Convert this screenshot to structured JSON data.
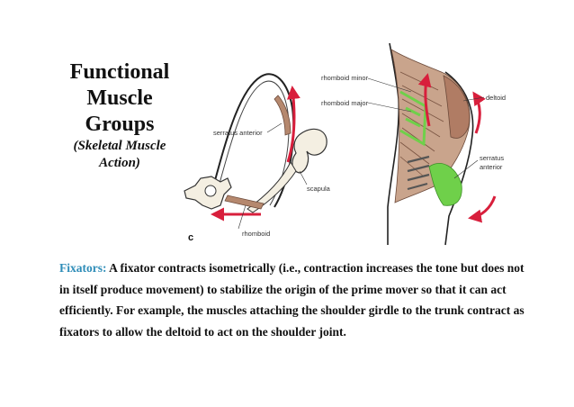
{
  "slide": {
    "title_lines": [
      "Functional",
      "Muscle",
      "Groups"
    ],
    "subtitle_lines": [
      "(Skeletal Muscle",
      "Action)"
    ]
  },
  "figure": {
    "panel_letter": "c",
    "labels": {
      "serratus_anterior_left": "serratus anterior",
      "scapula": "scapula",
      "rhomboid": "rhomboid",
      "rhomboid_minor": "rhomboid minor",
      "rhomboid_major": "rhomboid major",
      "deltoid": "deltoid",
      "serratus_right_line1": "serratus",
      "serratus_right_line2": "anterior"
    },
    "colors": {
      "arrow_red": "#d81f3c",
      "muscle_green": "#6fd04a",
      "muscle_brown": "#b5886e"
    }
  },
  "body": {
    "term": "Fixators:",
    "text": " A fixator contracts isometrically (i.e., contraction increases the tone but does not in itself produce movement) to stabilize the origin of the prime mover so that it can act efficiently. For example, the muscles attaching the shoulder girdle to the trunk contract as fixators to allow the deltoid to act on the shoulder joint.",
    "term_color": "#2f8db8"
  }
}
